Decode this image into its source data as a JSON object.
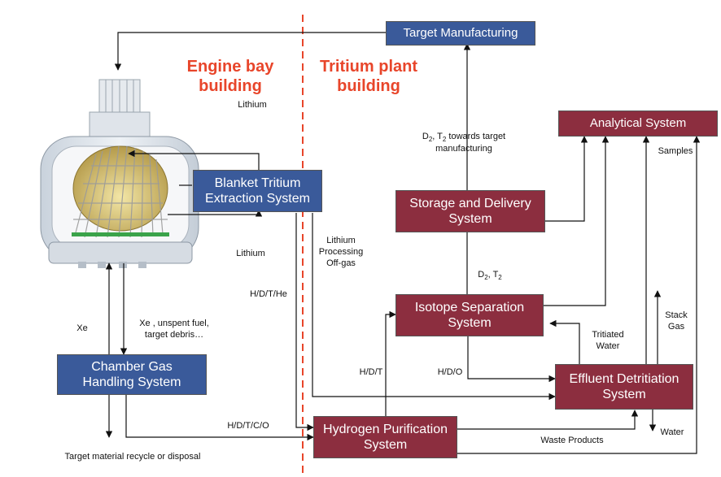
{
  "headings": {
    "engine_bay": "Engine bay\nbuilding",
    "tritium_plant": "Tritium plant\nbuilding"
  },
  "boxes": {
    "target_manufacturing": "Target Manufacturing",
    "analytical_system": "Analytical System",
    "blanket_tritium": "Blanket Tritium\nExtraction System",
    "storage_delivery": "Storage and Delivery\nSystem",
    "isotope_separation": "Isotope Separation\nSystem",
    "chamber_gas": "Chamber Gas\nHandling System",
    "effluent_detritiation": "Effluent Detritiation\nSystem",
    "hydrogen_purification": "Hydrogen Purification\nSystem"
  },
  "labels": {
    "lithium_top": "Lithium",
    "lithium_bottom": "Lithium",
    "d2t2_towards_pre": "D",
    "d2t2_towards_sub1": "2",
    "d2t2_towards_mid": ", T",
    "d2t2_towards_sub2": "2",
    "d2t2_towards_post": " towards target",
    "d2t2_towards_line2": "manufacturing",
    "samples": "Samples",
    "lithium_offgas": "Lithium\nProcessing\nOff-gas",
    "d2t2_pre": "D",
    "d2t2_sub1": "2",
    "d2t2_mid": ", T",
    "d2t2_sub2": "2",
    "hdthe": "H/D/T/He",
    "xe": "Xe",
    "xe_unspent": "Xe , unspent fuel,\ntarget debris…",
    "stack_gas": "Stack\nGas",
    "tritiated_water": "Tritiated\nWater",
    "hdt": "H/D/T",
    "hdo": "H/D/O",
    "hdtco": "H/D/T/C/O",
    "water": "Water",
    "waste_products": "Waste Products",
    "target_recycle": "Target material recycle or disposal"
  },
  "colors": {
    "blue_box": "#3a5a9a",
    "red_box": "#8c2e3f",
    "heading": "#e8452a",
    "divider": "#e8452a"
  },
  "icons": {
    "reactor": "fusion-chamber-illustration"
  }
}
